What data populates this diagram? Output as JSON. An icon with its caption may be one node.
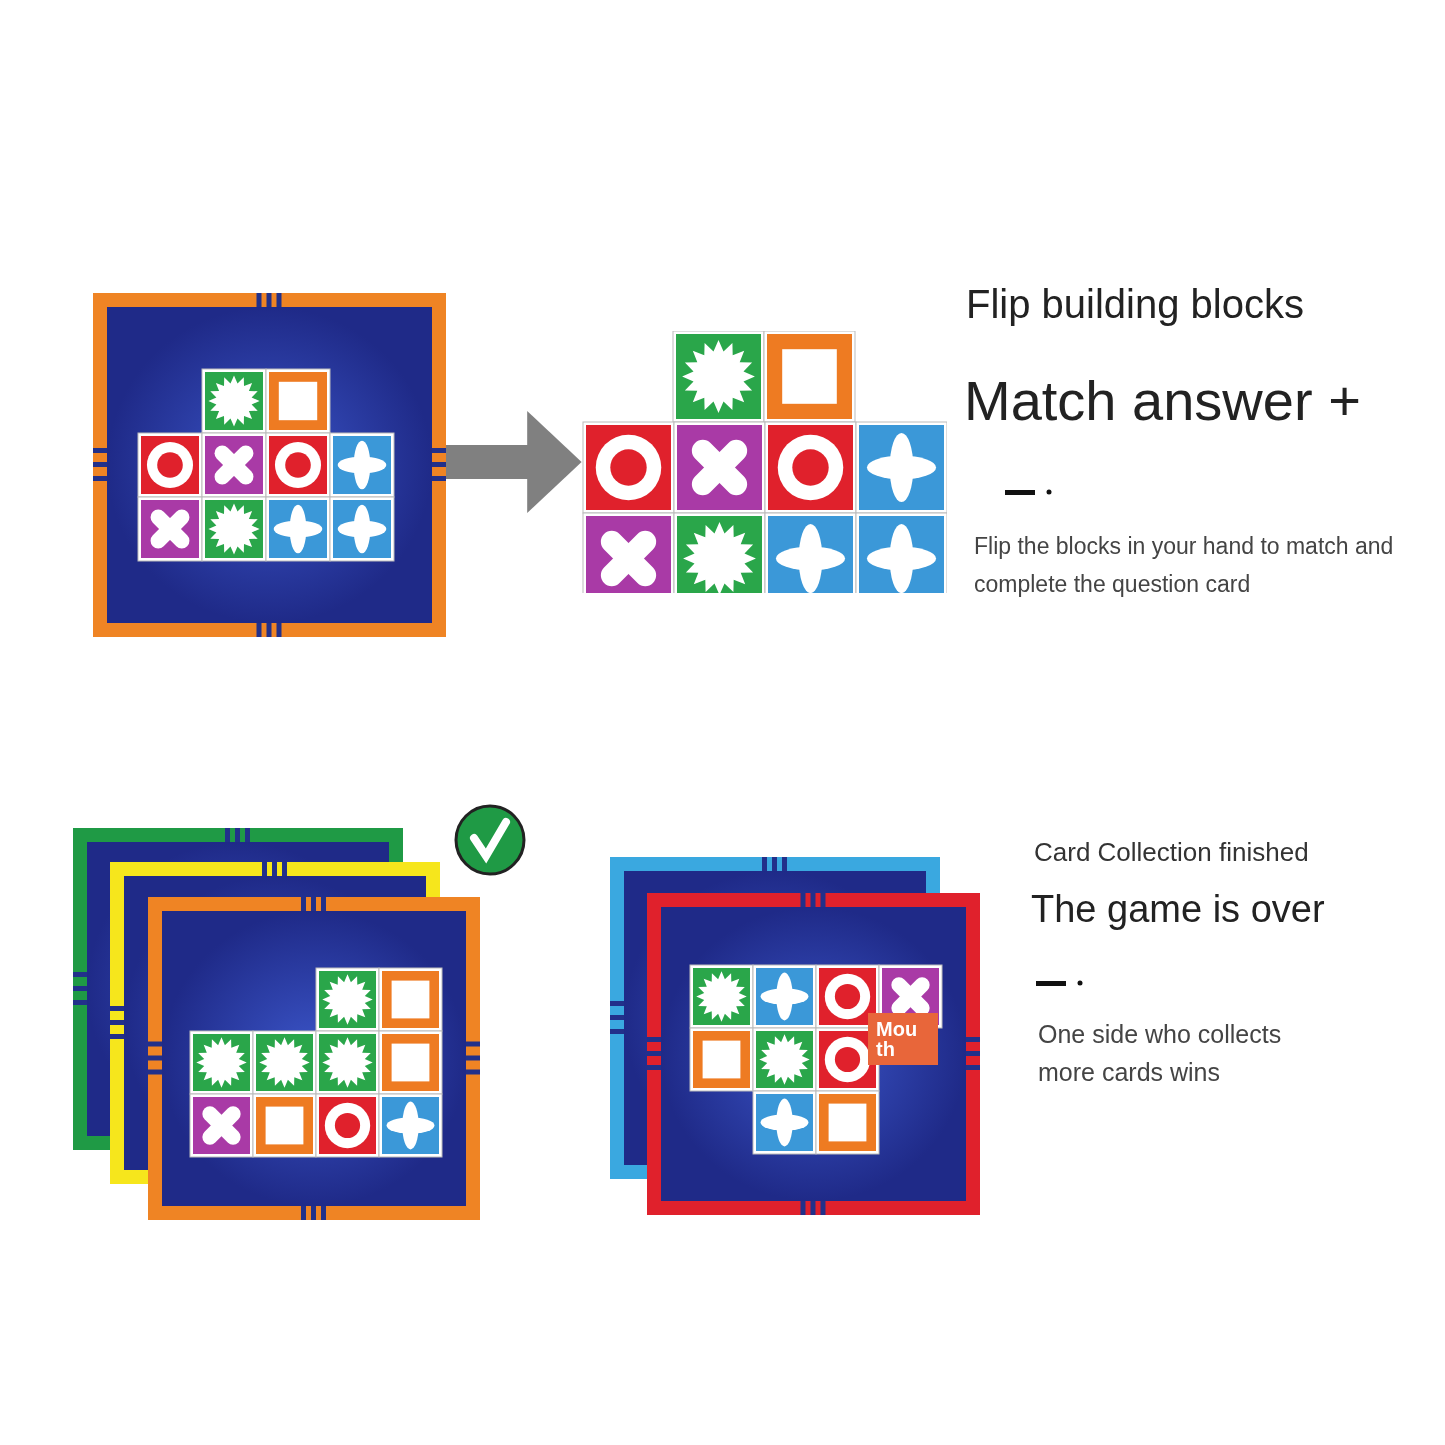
{
  "diagram": {
    "nodes": [
      {
        "text": [],
        "shape": "picture"
      },
      {
        "text": [],
        "shape": "picture"
      }
    ],
    "edges": [
      {
        "from": 0,
        "to": 1,
        "arrow": "to"
      }
    ],
    "labels": [
      "Flip building blocks",
      "Match answer +",
      "Flip the blocks in your hand to match and complete the question card",
      "Card Collection finished",
      "The game is over",
      "One side who collects more cards wins",
      "Mou th"
    ]
  }
}
